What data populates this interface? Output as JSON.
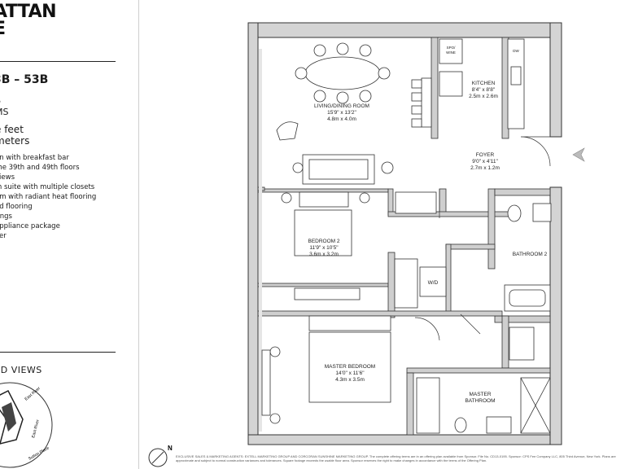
{
  "brand": {
    "line1": "ATTAN",
    "line2": "E"
  },
  "units": "3B – 53B",
  "info": {
    "line1": "S",
    "line2": "MS",
    "line3": "e feet",
    "line4": "meters"
  },
  "features": [
    "en with breakfast bar",
    "the 39th and 49th floors",
    "views",
    "m suite with multiple closets",
    "om with radiant heat flooring",
    "od flooring",
    "tings",
    "appliance package",
    "yer"
  ],
  "views_title": "ND VIEWS",
  "keyplan": {
    "label_a": "East River",
    "label_b": "East River",
    "label_c": "Sutton Place"
  },
  "rooms": {
    "living": {
      "name": "LIVING/DINING ROOM",
      "imperial": "15'9\" x 13'2\"",
      "metric": "4.8m x 4.0m"
    },
    "kitchen": {
      "name": "KITCHEN",
      "imperial": "8'4\" x 8'8\"",
      "metric": "2.5m x 2.6m"
    },
    "foyer": {
      "name": "FOYER",
      "imperial": "9'0\" x 4'11\"",
      "metric": "2.7m x 1.2m"
    },
    "bedroom2": {
      "name": "BEDROOM 2",
      "imperial": "11'9\" x 10'5\"",
      "metric": "3.6m x 3.2m"
    },
    "bathroom2": {
      "name": "BATHROOM 2"
    },
    "master_bedroom": {
      "name": "MASTER BEDROOM",
      "imperial": "14'0\" x 11'6\"",
      "metric": "4.3m x 3.5m"
    },
    "master_bathroom": {
      "name": "MASTER",
      "name2": "BATHROOM"
    },
    "wd": "W/D",
    "spo_wine": {
      "line1": "SPO/",
      "line2": "WINE"
    },
    "dw": "DW"
  },
  "north": "N",
  "disclaimer": "EXCLUSIVE SALES & MARKETING AGENTS: EXTELL MARKETING GROUP AND CORCORAN SUNSHINE MARKETING GROUP. The complete offering terms are in an offering plan available from Sponsor. File No. CD13-0195. Sponsor: CPS Fee Company LLC, 805 Third Avenue, New York. Plans are approximate and subject to normal construction variances and tolerances. Square footage exceeds the usable floor area. Sponsor reserves the right to make changes in accordance with the terms of the Offering Plan."
}
